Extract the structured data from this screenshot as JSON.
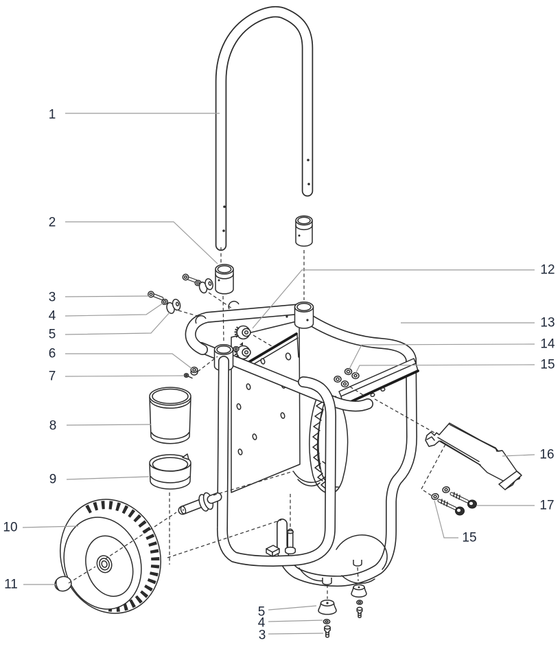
{
  "figure": {
    "type": "exploded-parts-diagram",
    "background_color": "#ffffff",
    "line_color": "#2b2b2b",
    "leader_color": "#9b9b9b",
    "label_color": "#20293a"
  },
  "callouts": [
    {
      "label": "1"
    },
    {
      "label": "2"
    },
    {
      "label": "3"
    },
    {
      "label": "4"
    },
    {
      "label": "5"
    },
    {
      "label": "6"
    },
    {
      "label": "7"
    },
    {
      "label": "8"
    },
    {
      "label": "9"
    },
    {
      "label": "10"
    },
    {
      "label": "11"
    },
    {
      "label": "12"
    },
    {
      "label": "13"
    },
    {
      "label": "14"
    },
    {
      "label": "15"
    },
    {
      "label": "16"
    },
    {
      "label": "17"
    },
    {
      "label": "15"
    },
    {
      "label": "5"
    },
    {
      "label": "4"
    },
    {
      "label": "3"
    }
  ]
}
